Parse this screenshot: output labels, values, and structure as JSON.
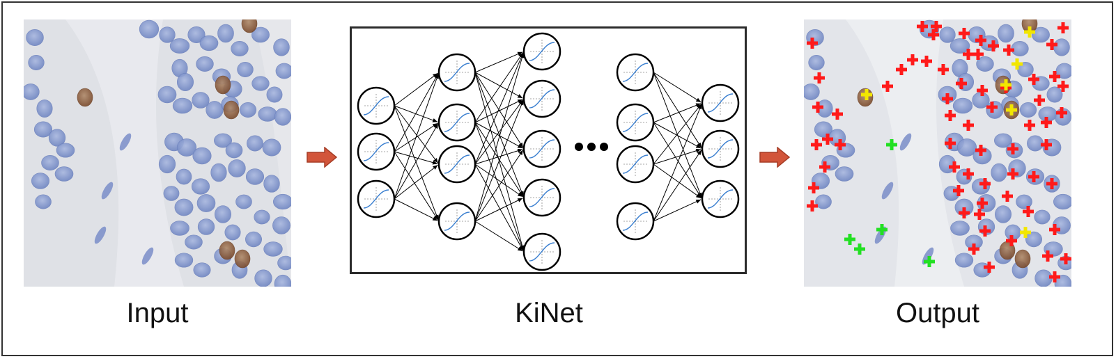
{
  "captions": {
    "input": "Input",
    "network": "KiNet",
    "output": "Output"
  },
  "icons": {
    "arrow": "right-arrow-icon",
    "ellipsis": "more-layers-ellipsis",
    "neuron": "sigmoid-neuron-icon",
    "marker": "plus-marker-icon"
  },
  "colors": {
    "arrow_fill": "#d2553a",
    "arrow_stroke": "#a63d26",
    "tissue_bg": "#d9dbe0",
    "nucleus_blue": "#8a9fd0",
    "nucleus_brown": "#8a5a3c",
    "marker_red": "#ff1a1a",
    "marker_green": "#22e022",
    "marker_yellow": "#f2e600",
    "neuron_curve": "#3a7fd0"
  },
  "network": {
    "layers": [
      3,
      4,
      5,
      4,
      3
    ]
  },
  "output_markers": {
    "red_count": 64,
    "green_count": 5,
    "yellow_count": 6
  }
}
